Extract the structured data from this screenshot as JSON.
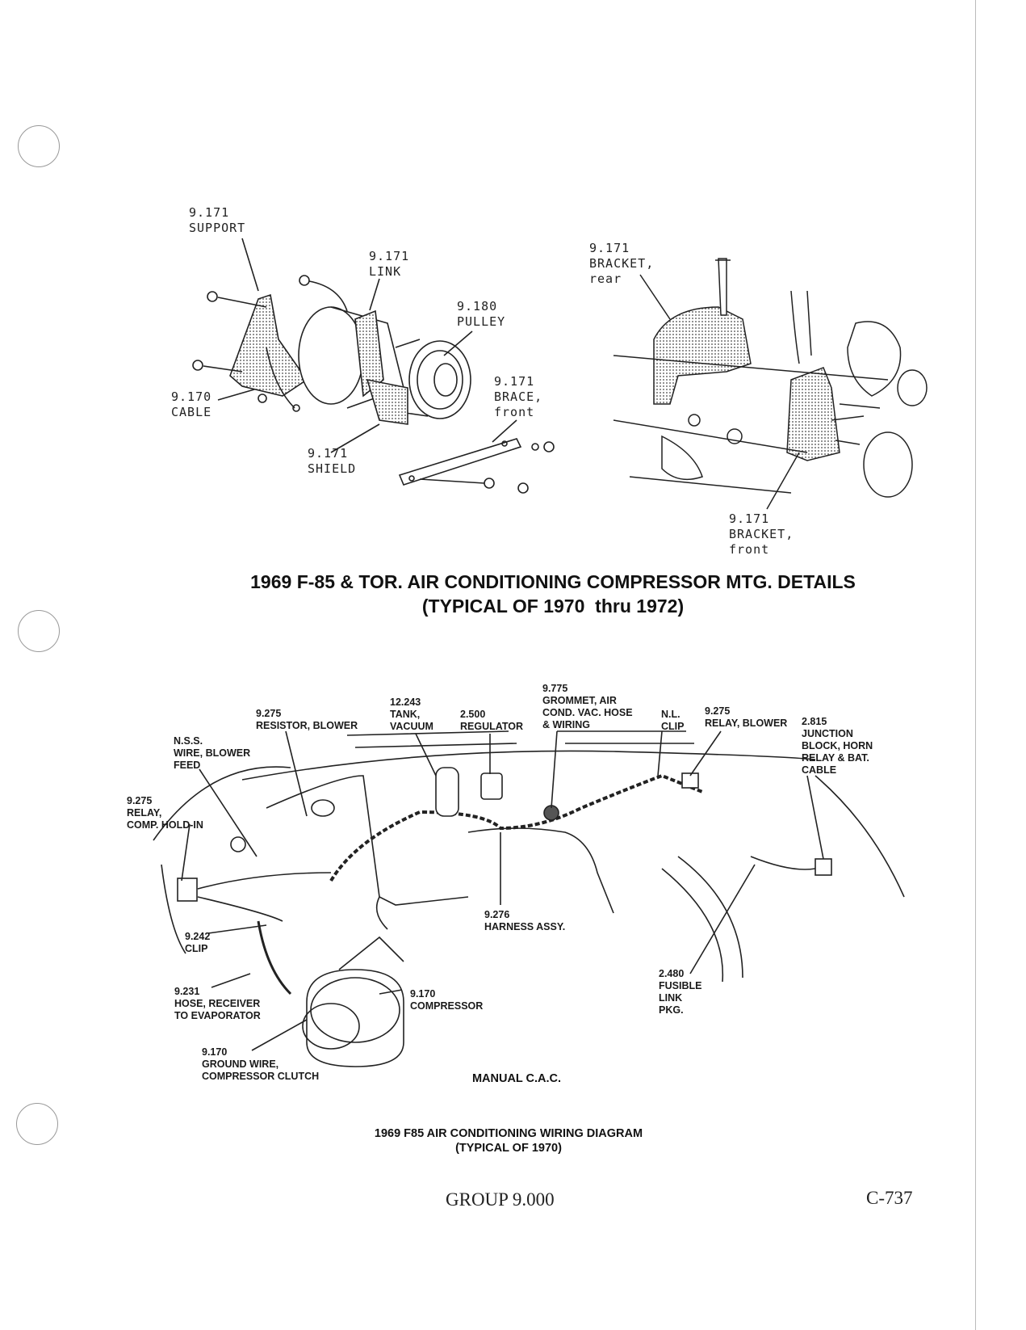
{
  "top_figure": {
    "title_line1": "1969 F-85 & TOR. AIR CONDITIONING COMPRESSOR MTG. DETAILS",
    "title_line2": "(TYPICAL OF 1970  thru 1972)",
    "labels": {
      "support": "9.171\nSUPPORT",
      "link": "9.171\nLINK",
      "pulley": "9.180\nPULLEY",
      "cable": "9.170\nCABLE",
      "brace_front": "9.171\nBRACE,\nfront",
      "shield": "9.171\nSHIELD",
      "bracket_rear": "9.171\nBRACKET,\nrear",
      "bracket_front": "9.171\nBRACKET,\nfront"
    }
  },
  "bottom_figure": {
    "title_line1": "1969 F85 AIR CONDITIONING WIRING DIAGRAM",
    "title_line2": "(TYPICAL OF 1970)",
    "caption": "MANUAL C.A.C.",
    "labels": {
      "resistor_blower": "9.275\nRESISTOR, BLOWER",
      "tank_vacuum": "12.243\nTANK,\nVACUUM",
      "regulator": "2.500\nREGULATOR",
      "grommet": "9.775\nGROMMET, AIR\nCOND. VAC. HOSE\n& WIRING",
      "nl_clip": "N.L.\nCLIP",
      "relay_blower": "9.275\nRELAY, BLOWER",
      "junction_block": "2.815\nJUNCTION\nBLOCK, HORN\nRELAY & BAT.\nCABLE",
      "nss_wire": "N.S.S.\nWIRE, BLOWER\nFEED",
      "relay_comp": "9.275\nRELAY,\nCOMP. HOLD-IN",
      "clip": "9.242\nCLIP",
      "harness": "9.276\nHARNESS ASSY.",
      "hose_receiver": "9.231\nHOSE, RECEIVER\nTO EVAPORATOR",
      "compressor": "9.170\nCOMPRESSOR",
      "fusible_link": "2.480\nFUSIBLE\nLINK\nPKG.",
      "ground_wire": "9.170\nGROUND WIRE,\nCOMPRESSOR CLUTCH"
    }
  },
  "footer": {
    "group": "GROUP 9.000",
    "page_number": "C-737"
  }
}
